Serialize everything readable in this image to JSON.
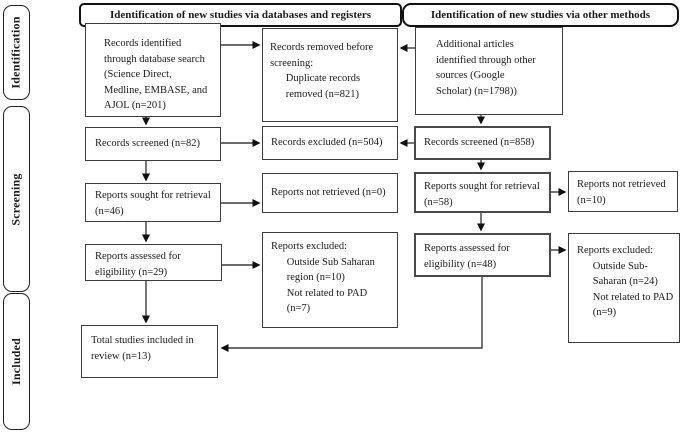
{
  "diagram": {
    "stages": [
      {
        "label": "Identification"
      },
      {
        "label": "Screening"
      },
      {
        "label": "Included"
      }
    ],
    "headers": [
      {
        "label": "Identification of new studies via databases and registers"
      },
      {
        "label": "Identification of new studies via other methods"
      }
    ],
    "boxes": {
      "records_identified": "Records identified\nthrough database search\n(Science Direct,\nMedline, EMBASE, and\nAJOL (n=201)",
      "records_removed": "Records removed before\nscreening:\n      Duplicate records\n      removed (n=821)",
      "additional_articles": "Additional articles\nidentified through other\nsources (Google\nScholar) (n=1798))",
      "records_screened_databases": "Records screened (n=82)",
      "records_excluded": "Records excluded (n=504)",
      "records_screened_other": "Records screened (n=858)",
      "reports_sought_databases": "Reports sought for retrieval\n(n=46)",
      "reports_not_retrieved_databases": "Reports not retrieved (n=0)",
      "reports_sought_other": "Reports sought for retrieval\n(n=58)",
      "reports_not_retrieved_other": "Reports not retrieved\n(n=10)",
      "reports_assessed_databases": "Reports assessed for\neligibility (n=29)",
      "reports_excluded_databases": "Reports excluded:\n      Outside Sub Saharan\n      region (n=10)\n      Not related to PAD\n      (n=7)",
      "reports_assessed_other": "Reports assessed for\neligibility (n=48)",
      "reports_excluded_other": "Reports excluded:\n      Outside Sub-\n      Saharan (n=24)\n      Not related to PAD\n      (n=9)",
      "total_included": "Total studies included in\nreview (n=13)"
    },
    "colors": {
      "background": "#ffffff",
      "text": "#1a1a1a",
      "box_border": "#3d3d3d",
      "header_border": "#111111",
      "arrow": "#3c3c3c"
    }
  }
}
